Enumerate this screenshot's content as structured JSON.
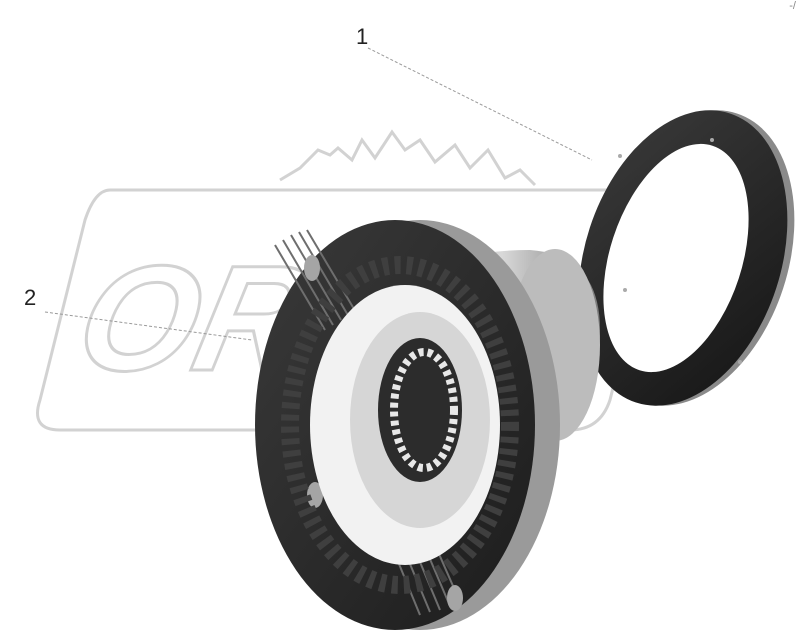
{
  "diagram": {
    "callouts": [
      {
        "id": "1",
        "label": "1"
      },
      {
        "id": "2",
        "label": "2"
      }
    ],
    "watermark": {
      "text": "OREX"
    },
    "corner_mark": "-/"
  },
  "colors": {
    "watermark": "#d2d2d2",
    "part_dark": "#2a2a2a",
    "part_mid": "#6e6e6e",
    "part_light": "#b5b5b5",
    "leader": "#9a9a9a"
  }
}
